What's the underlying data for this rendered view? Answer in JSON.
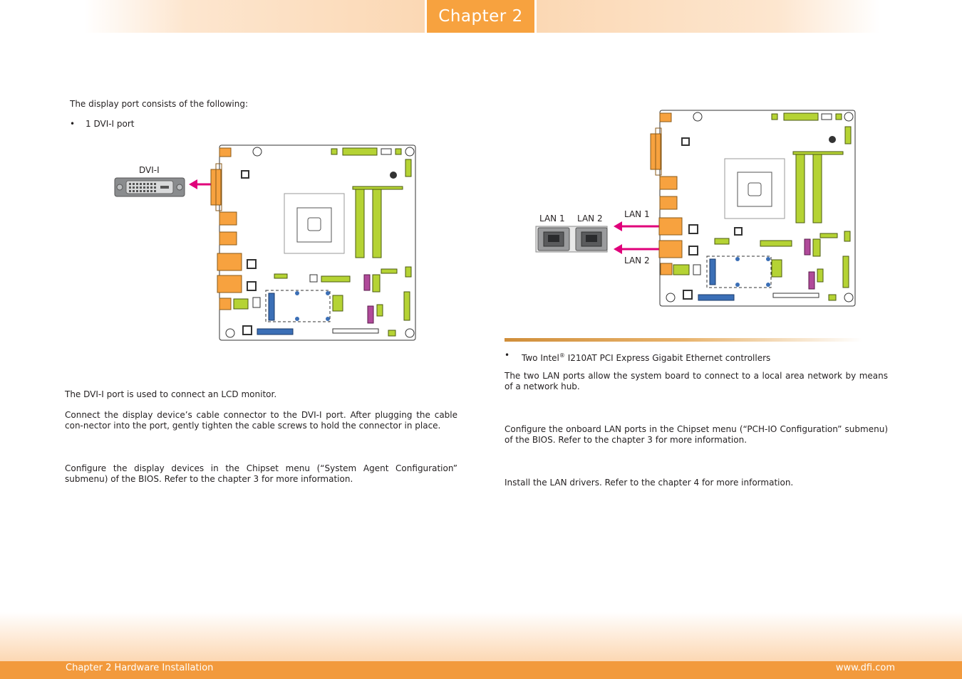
{
  "header": {
    "chapter_label": "Chapter 2"
  },
  "left": {
    "intro": "The display port consists of the following:",
    "bullet": "1 DVI-I port",
    "figure_label": "DVI-I",
    "para1": "The DVI-I port is used to connect an LCD monitor.",
    "para2": "Connect the display device’s cable connector to the DVI-I port. After plugging the cable con-nector into the port, gently tighten the cable screws to hold the connector in place.",
    "para3": "Configure the display devices in the Chipset menu (“System Agent Configuration” submenu) of the BIOS. Refer to the chapter 3 for more information."
  },
  "right": {
    "label_lan1_port": "LAN 1",
    "label_lan2_port": "LAN 2",
    "arrow_lan1": "LAN 1",
    "arrow_lan2": "LAN 2",
    "bullet_pre": "Two Intel",
    "bullet_reg": "®",
    "bullet_post": " I210AT PCI Express Gigabit Ethernet controllers",
    "para1": "The two LAN ports allow the system board to connect to a local area network by means of a network hub.",
    "para2": "Configure the onboard LAN ports in the Chipset menu (“PCH-IO Configuration” submenu) of the BIOS. Refer to the chapter 3 for more information.",
    "para3": "Install the LAN drivers. Refer to the chapter 4 for more information."
  },
  "footer": {
    "left": "Chapter 2 Hardware Installation",
    "right": "www.dfi.com"
  },
  "colors": {
    "accent_orange": "#f7a23f",
    "footer_orange": "#f29a3d",
    "arrow_magenta": "#e0007a",
    "slot_green": "#b5d334",
    "port_orange": "#f7a23f",
    "sata_purple": "#b04a9a",
    "pcie_blue": "#3b6fb6"
  }
}
